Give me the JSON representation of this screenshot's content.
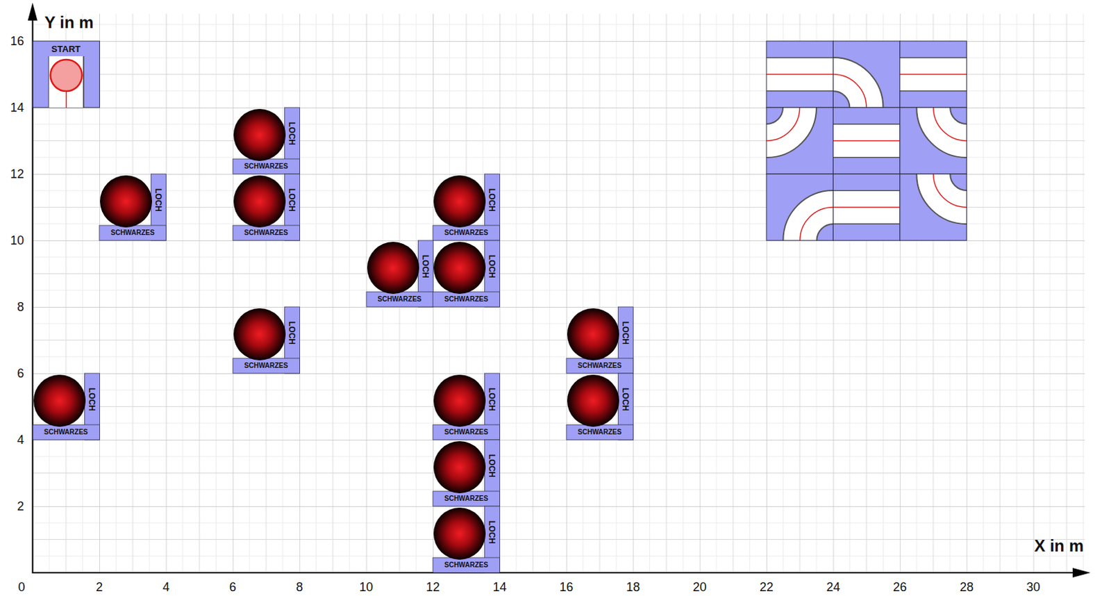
{
  "diagram": {
    "nodes": [
      {
        "text": [
          "START"
        ]
      },
      {
        "text": [
          "SCHWARZES",
          "LOCH"
        ]
      },
      {
        "text": [
          "SCHWARZES",
          "LOCH"
        ]
      },
      {
        "text": [
          "SCHWARZES",
          "LOCH"
        ]
      },
      {
        "text": [
          "SCHWARZES",
          "LOCH"
        ]
      },
      {
        "text": [
          "SCHWARZES",
          "LOCH"
        ]
      },
      {
        "text": [
          "SCHWARZES",
          "LOCH"
        ]
      },
      {
        "text": [
          "SCHWARZES",
          "LOCH"
        ]
      },
      {
        "text": [
          "SCHWARZES",
          "LOCH"
        ]
      },
      {
        "text": [
          "SCHWARZES",
          "LOCH"
        ]
      },
      {
        "text": [
          "SCHWARZES",
          "LOCH"
        ]
      },
      {
        "text": [
          "SCHWARZES",
          "LOCH"
        ]
      },
      {
        "text": [
          "SCHWARZES",
          "LOCH"
        ]
      },
      {
        "text": [
          "SCHWARZES",
          "LOCH"
        ]
      }
    ],
    "labels": [
      "Y in m",
      "X in m",
      "0",
      "2",
      "4",
      "6",
      "8",
      "10",
      "12",
      "14",
      "16",
      "18",
      "20",
      "22",
      "24",
      "26",
      "28",
      "30",
      "16",
      "14",
      "12",
      "10",
      "8",
      "6",
      "4",
      "2"
    ]
  }
}
